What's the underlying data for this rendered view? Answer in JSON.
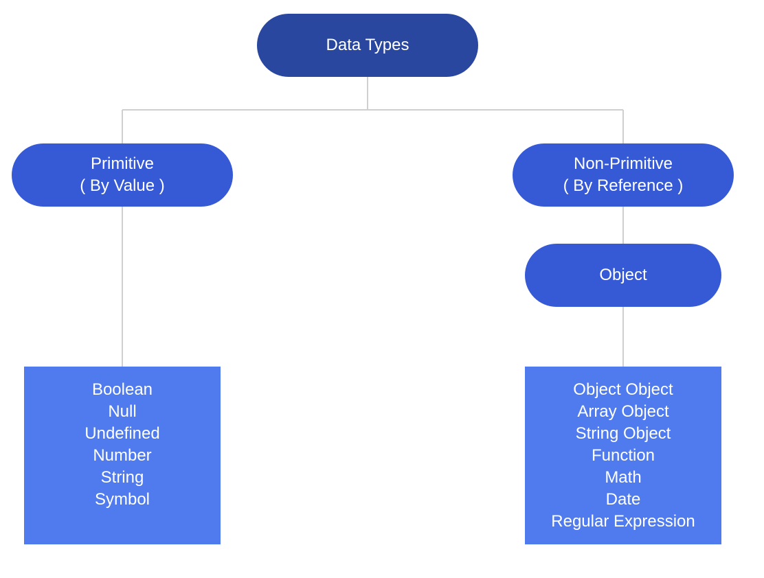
{
  "root": {
    "label": "Data Types"
  },
  "primitive": {
    "title": "Primitive",
    "subtitle": "( By Value )"
  },
  "non_primitive": {
    "title": "Non-Primitive",
    "subtitle": "( By Reference )"
  },
  "object": {
    "label": "Object"
  },
  "primitive_types": {
    "items": [
      "Boolean",
      "Null",
      "Undefined",
      "Number",
      "String",
      "Symbol"
    ]
  },
  "object_types": {
    "items": [
      "Object Object",
      "Array Object",
      "String Object",
      "Function",
      "Math",
      "Date",
      "Regular Expression"
    ]
  },
  "colors": {
    "root": "#2a47a0",
    "category": "#3659d6",
    "leaf": "#4f7bee",
    "connector": "#cfcfcf",
    "text": "#ffffff"
  }
}
